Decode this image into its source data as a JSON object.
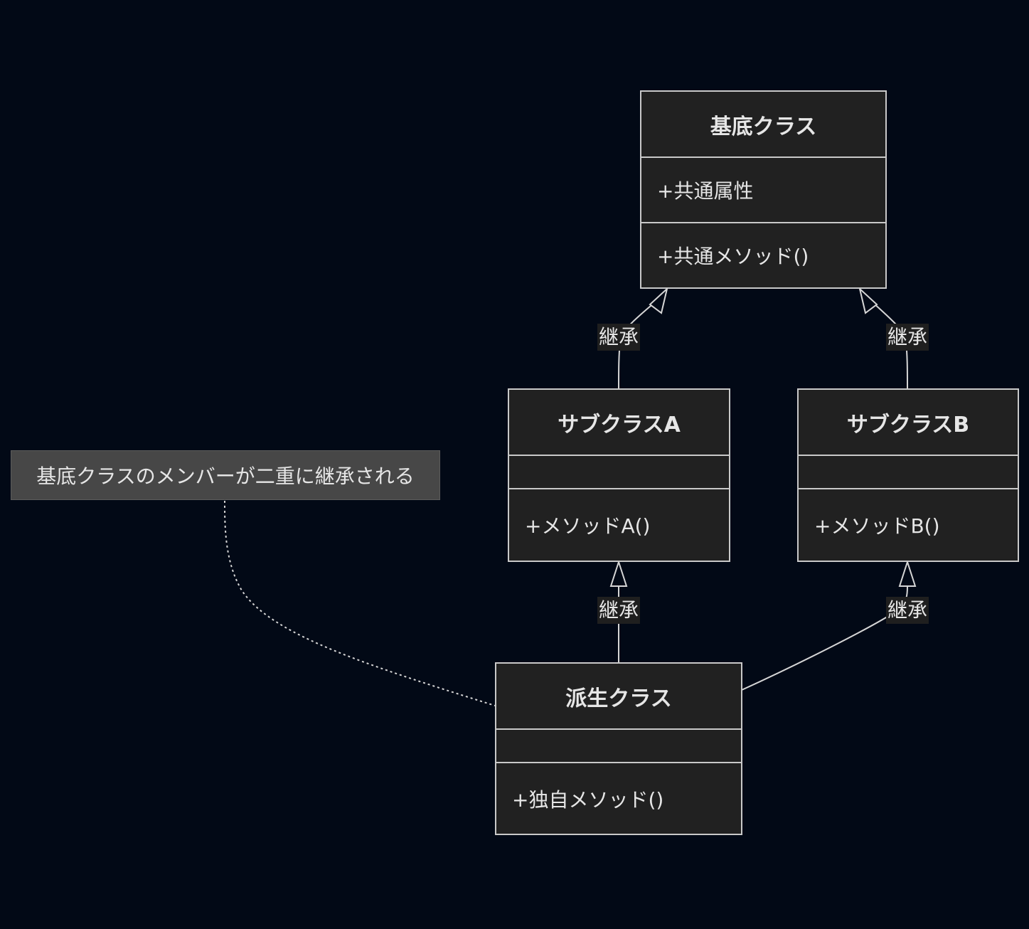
{
  "diagram": {
    "classes": {
      "base": {
        "name": "基底クラス",
        "attributes": "+共通属性",
        "methods": "+共通メソッド()"
      },
      "sub_a": {
        "name": "サブクラスA",
        "attributes": "",
        "methods": "+メソッドA()"
      },
      "sub_b": {
        "name": "サブクラスB",
        "attributes": "",
        "methods": "+メソッドB()"
      },
      "derived": {
        "name": "派生クラス",
        "attributes": "",
        "methods": "+独自メソッド()"
      }
    },
    "edges": {
      "sub_a_to_base": "継承",
      "sub_b_to_base": "継承",
      "derived_to_sub_a": "継承",
      "derived_to_sub_b": "継承"
    },
    "note": "基底クラスのメンバーが二重に継承される"
  },
  "colors": {
    "background": "#020916",
    "class_fill": "#212121",
    "class_border": "#c9c9c9",
    "note_fill": "#474747",
    "text": "#e6e6e6"
  }
}
